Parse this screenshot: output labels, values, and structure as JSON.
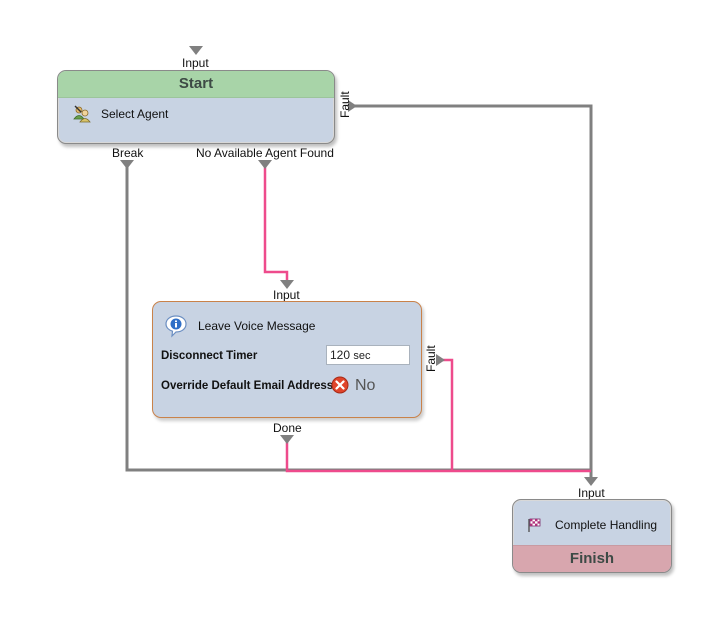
{
  "nodes": {
    "start": {
      "header": "Start",
      "action": "Select Agent",
      "icon": "select-agent-icon",
      "ports": {
        "input": "Input",
        "fault": "Fault",
        "break": "Break",
        "no_agent": "No Available Agent Found"
      }
    },
    "voice_message": {
      "action": "Leave Voice Message",
      "icon": "info-speech-icon",
      "fields": {
        "disconnect_timer_label": "Disconnect Timer",
        "disconnect_timer_value": "120",
        "disconnect_timer_unit": "sec",
        "override_email_label": "Override Default Email Address",
        "override_email_value": "No",
        "override_email_icon": "red-x-icon"
      },
      "ports": {
        "input": "Input",
        "fault": "Fault",
        "done": "Done"
      }
    },
    "finish": {
      "action": "Complete Handling",
      "icon": "checkered-flag-icon",
      "footer": "Finish",
      "ports": {
        "input": "Input"
      }
    }
  },
  "colors": {
    "wire_grey": "#808080",
    "wire_pink": "#ee4b8c",
    "start_band": "#a8d4a8",
    "finish_band": "#d8a6ae",
    "node_body": "#c8d3e3",
    "voice_border": "#c9824a"
  }
}
